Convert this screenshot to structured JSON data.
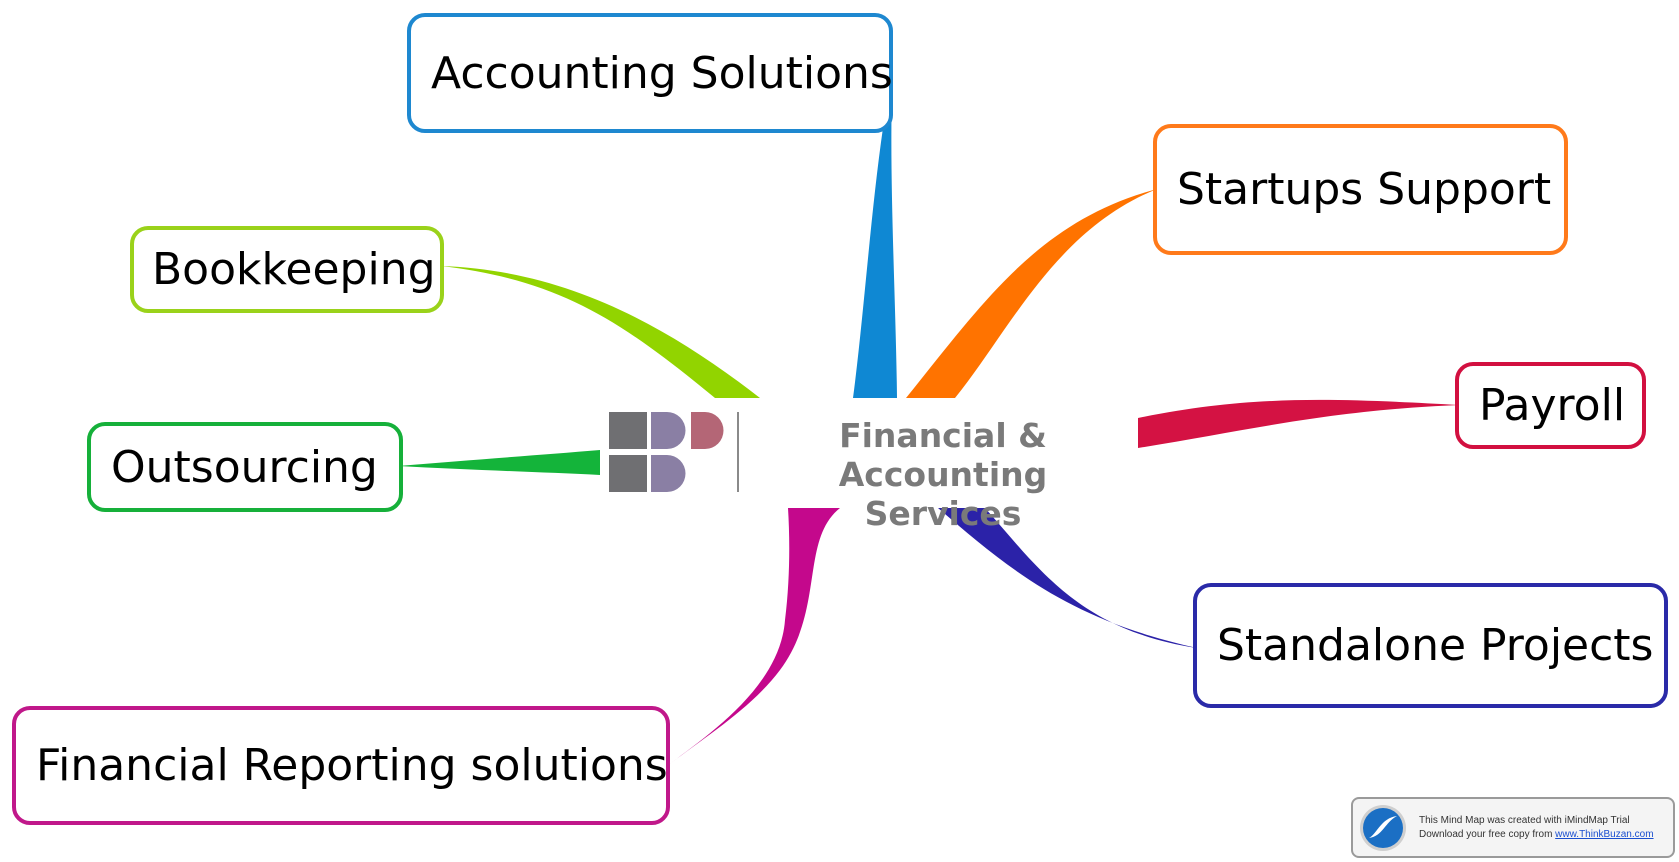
{
  "center": {
    "title_line1": "Financial & Accounting",
    "title_line2": "Services",
    "text_color": "#7a7a7a"
  },
  "nodes": [
    {
      "id": "accounting-solutions",
      "label": "Accounting Solutions",
      "color": "#1e88d0"
    },
    {
      "id": "startups-support",
      "label": "Startups Support",
      "color": "#ff7a1a"
    },
    {
      "id": "bookkeeping",
      "label": "Bookkeeping",
      "color": "#9ad21a"
    },
    {
      "id": "payroll",
      "label": "Payroll",
      "color": "#d21040"
    },
    {
      "id": "outsourcing",
      "label": "Outsourcing",
      "color": "#16b03a"
    },
    {
      "id": "standalone-projects",
      "label": "Standalone Projects",
      "color": "#2a2aa8"
    },
    {
      "id": "financial-reporting-solutions",
      "label": "Financial Reporting solutions",
      "color": "#c0188a"
    }
  ],
  "watermark": {
    "line1": "This Mind Map was created with iMindMap Trial",
    "line2_prefix": "Download your free copy from ",
    "link_text": "www.ThinkBuzan.com"
  }
}
